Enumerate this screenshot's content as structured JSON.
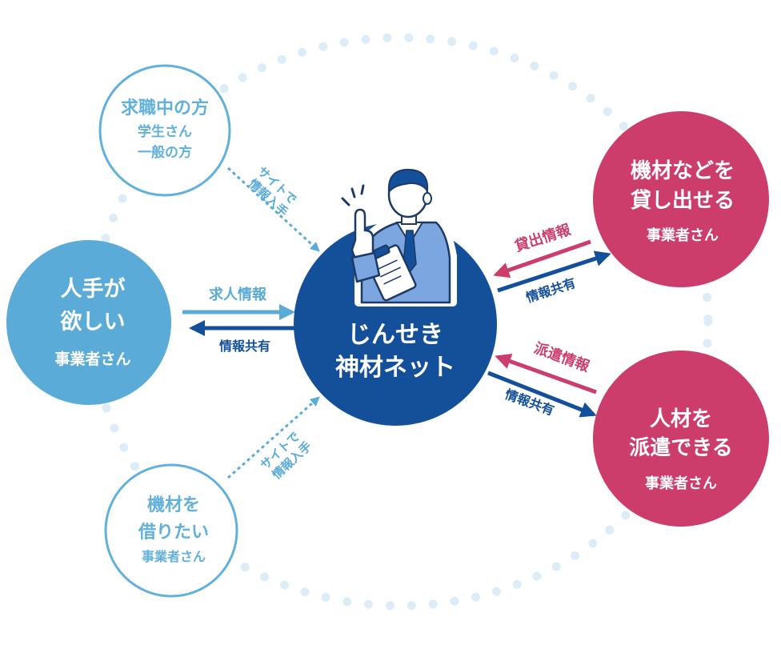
{
  "colors": {
    "navy": "#14509a",
    "blue": "#5aabd8",
    "outline_blue": "#62b0dc",
    "pink": "#cd3d6c",
    "dots": "#dcedf7",
    "white": "#ffffff"
  },
  "center": {
    "line1": "じんせき",
    "line2": "神材ネット"
  },
  "job_seeker": {
    "title": "求職中の方",
    "line2": "学生さん",
    "line3": "一般の方"
  },
  "needs_staff": {
    "line1": "人手が",
    "line2": "欲しい",
    "line3": "事業者さん"
  },
  "borrow_equipment": {
    "line1": "機材を",
    "line2": "借りたい",
    "line3": "事業者さん"
  },
  "lend_equipment": {
    "line1": "機材などを",
    "line2": "貸し出せる",
    "line3": "事業者さん"
  },
  "dispatch_staff": {
    "line1": "人材を",
    "line2": "派遣できる",
    "line3": "事業者さん"
  },
  "arrows": {
    "site_info_top": {
      "line1": "サイトで",
      "line2": "情報入手"
    },
    "site_info_bottom": {
      "line1": "サイトで",
      "line2": "情報入手"
    },
    "job_info": "求人情報",
    "share_left": "情報共有",
    "lend_info": "貸出情報",
    "share_right_top": "情報共有",
    "dispatch_info": "派遣情報",
    "share_right_bottom": "情報共有"
  },
  "icons": {
    "person": "businessman-holding-clipboard-icon",
    "sparkle": "sparkle-lines-icon"
  }
}
